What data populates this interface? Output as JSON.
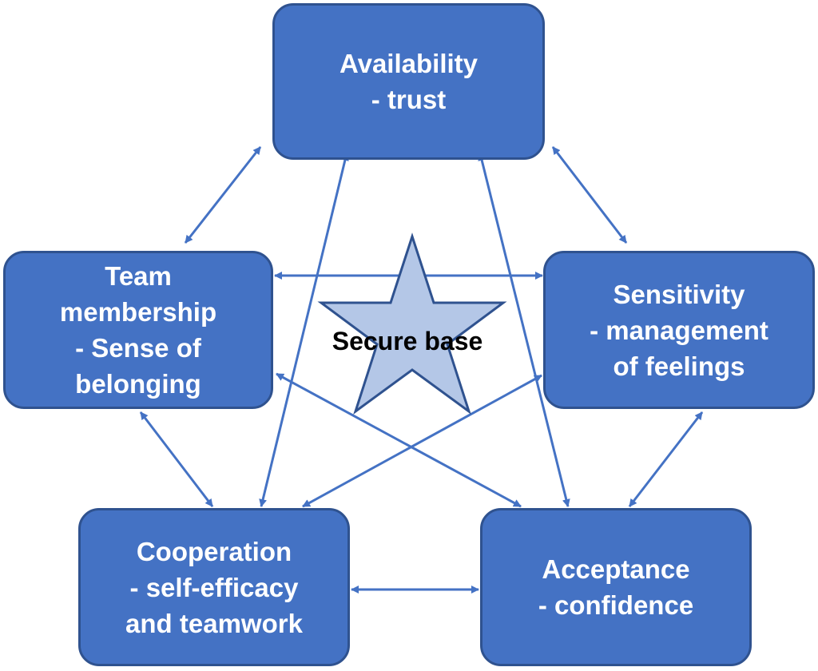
{
  "center": {
    "label": "Secure base"
  },
  "nodes": {
    "availability": {
      "text": "Availability\n- trust"
    },
    "team_membership": {
      "text": "Team\nmembership\n- Sense of\nbelonging"
    },
    "sensitivity": {
      "text": "Sensitivity\n- management\nof feelings"
    },
    "cooperation": {
      "text": "Cooperation\n- self-efficacy\nand teamwork"
    },
    "acceptance": {
      "text": "Acceptance\n- confidence"
    }
  },
  "colors": {
    "node_fill": "#4472c4",
    "node_border": "#2f528f",
    "arrow": "#4472c4",
    "star_fill": "#b4c7e7",
    "star_border": "#2f528f"
  }
}
